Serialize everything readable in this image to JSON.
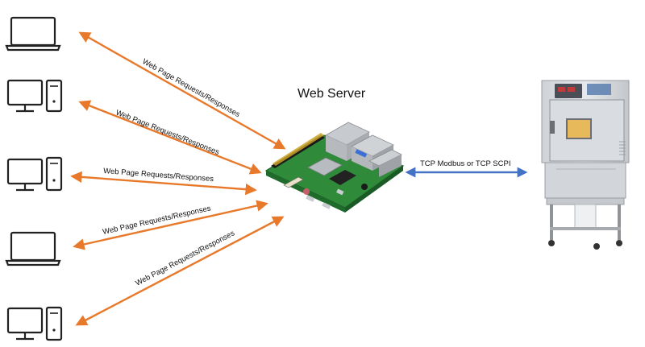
{
  "server_title": "Web Server",
  "link_labels": [
    "Web Page Requests/Responses",
    "Web Page Requests/Responses",
    "Web Page Requests/Responses",
    "Web Page Requests/Responses",
    "Web Page Requests/Responses"
  ],
  "protocol_label": "TCP Modbus or TCP SCPI",
  "clients": [
    {
      "icon": "laptop-icon"
    },
    {
      "icon": "desktop-computer-icon"
    },
    {
      "icon": "desktop-computer-icon"
    },
    {
      "icon": "laptop-icon"
    },
    {
      "icon": "desktop-computer-icon"
    }
  ],
  "server_icon": "raspberry-pi-board",
  "device_icon": "environmental-test-chamber",
  "colors": {
    "request_arrows": "#E8792B",
    "protocol_arrow": "#4472C4"
  }
}
